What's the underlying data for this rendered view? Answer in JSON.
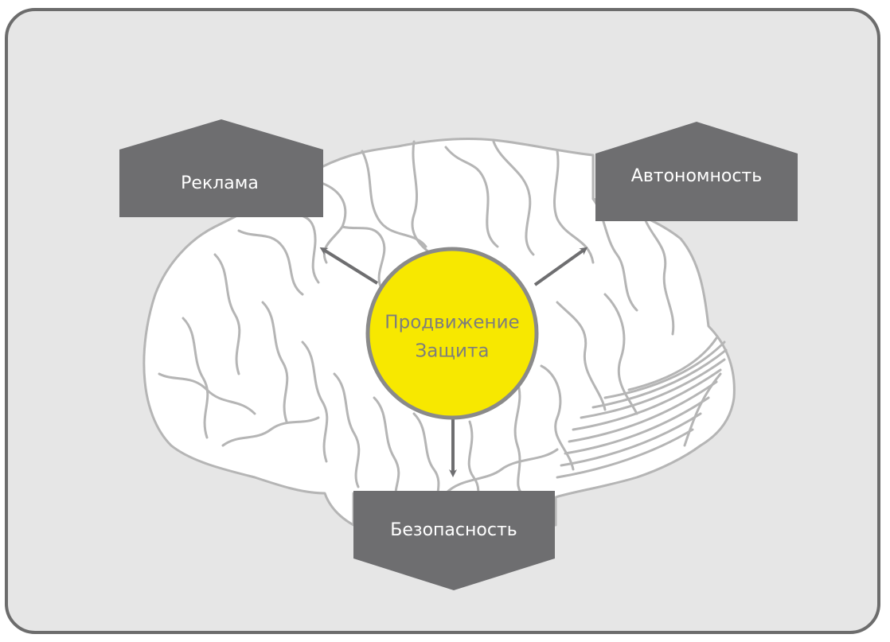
{
  "nodes": {
    "center": {
      "line1": "Продвижение",
      "line2": "Защита"
    },
    "top_left": {
      "label": "Реклама"
    },
    "top_right": {
      "label": "Автономность"
    },
    "bottom": {
      "label": "Безопасность"
    }
  },
  "colors": {
    "background": "#e6e6e6",
    "frame_border": "#6c6c6c",
    "box_fill": "#6e6e70",
    "brain_fill": "#ffffff",
    "brain_stroke": "#b5b5b5",
    "center_fill": "#f7e800",
    "center_stroke": "#8a8a8a",
    "center_text": "#7d7d7d",
    "arrow": "#6e6e70"
  },
  "icons": {
    "brain": "brain-illustration",
    "arrow": "arrow-icon"
  }
}
